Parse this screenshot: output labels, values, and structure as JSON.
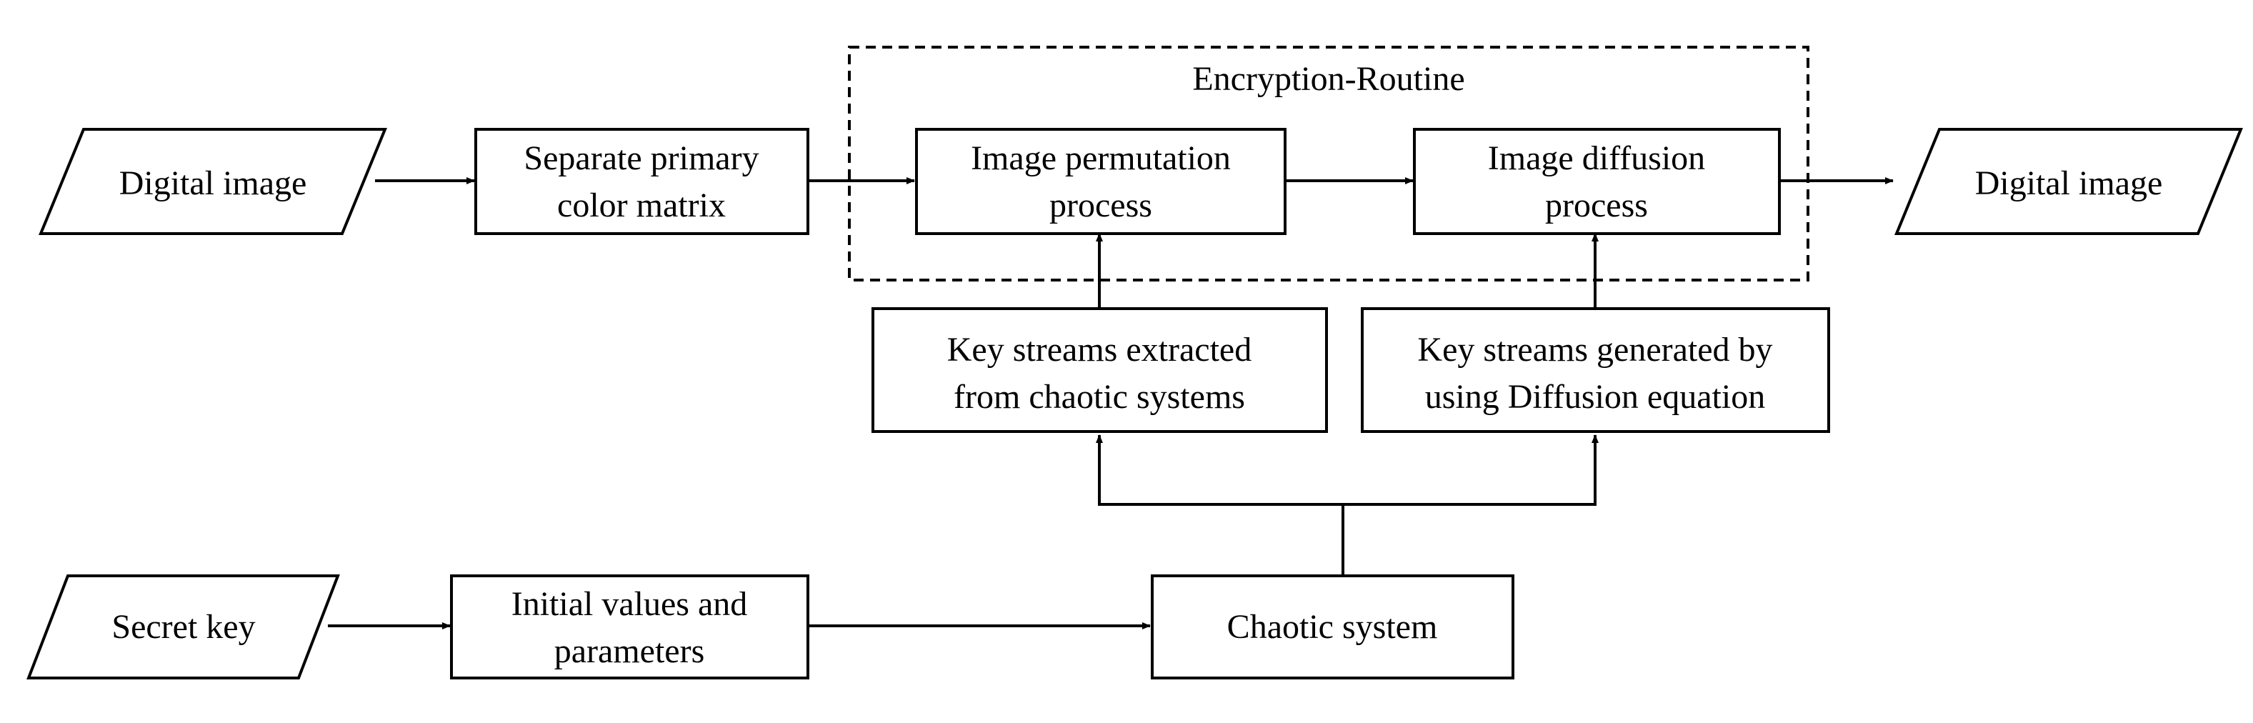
{
  "diagram": {
    "routine_label": "Encryption-Routine",
    "nodes": {
      "input_image": {
        "lines": [
          "Digital image"
        ]
      },
      "separate_matrix": {
        "lines": [
          "Separate primary",
          "color matrix"
        ]
      },
      "permutation": {
        "lines": [
          "Image permutation",
          "process"
        ]
      },
      "diffusion": {
        "lines": [
          "Image diffusion",
          "process"
        ]
      },
      "output_image": {
        "lines": [
          "Digital image"
        ]
      },
      "keystream_chaotic": {
        "lines": [
          "Key streams extracted",
          "from chaotic systems"
        ]
      },
      "keystream_diffusion": {
        "lines": [
          "Key streams generated by",
          "using Diffusion equation"
        ]
      },
      "secret_key": {
        "lines": [
          "Secret key"
        ]
      },
      "initial_values": {
        "lines": [
          "Initial values and",
          "parameters"
        ]
      },
      "chaotic_system": {
        "lines": [
          "Chaotic system"
        ]
      }
    },
    "edges": [
      {
        "from": "input_image",
        "to": "separate_matrix"
      },
      {
        "from": "separate_matrix",
        "to": "permutation"
      },
      {
        "from": "permutation",
        "to": "diffusion"
      },
      {
        "from": "diffusion",
        "to": "output_image"
      },
      {
        "from": "keystream_chaotic",
        "to": "permutation"
      },
      {
        "from": "keystream_diffusion",
        "to": "diffusion"
      },
      {
        "from": "chaotic_system",
        "to": "keystream_chaotic"
      },
      {
        "from": "chaotic_system",
        "to": "keystream_diffusion"
      },
      {
        "from": "secret_key",
        "to": "initial_values"
      },
      {
        "from": "initial_values",
        "to": "chaotic_system"
      }
    ]
  }
}
